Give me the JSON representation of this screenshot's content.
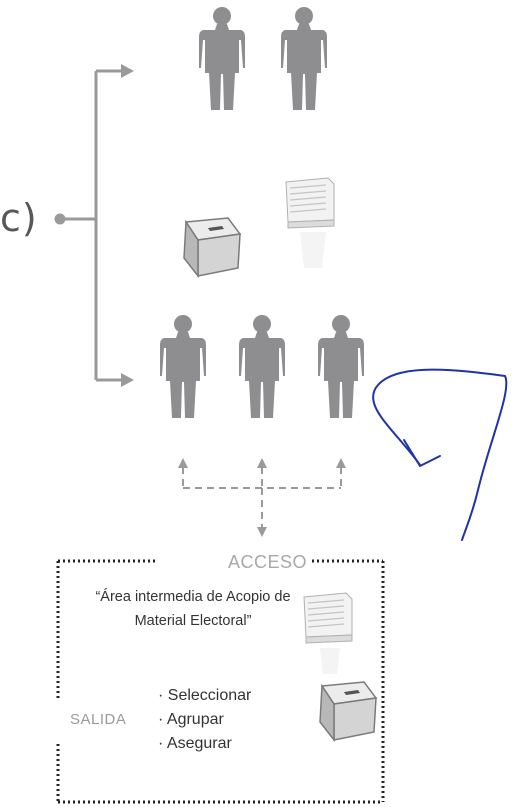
{
  "diagram": {
    "option_label": "c)",
    "access_label": "ACCESO",
    "area_name": "“Área intermedia de Acopio de Material Electoral”",
    "exit_label": "SALIDA",
    "actions": [
      "· Seleccionar",
      "· Agrupar",
      "· Asegurar"
    ]
  },
  "colors": {
    "figure_gray": "#8e8e90",
    "connector_gray": "#9a9a9a",
    "annotation_blue": "#1f33a8"
  },
  "icons": [
    "person-icon",
    "ballot-box-icon",
    "document-stack-icon"
  ]
}
